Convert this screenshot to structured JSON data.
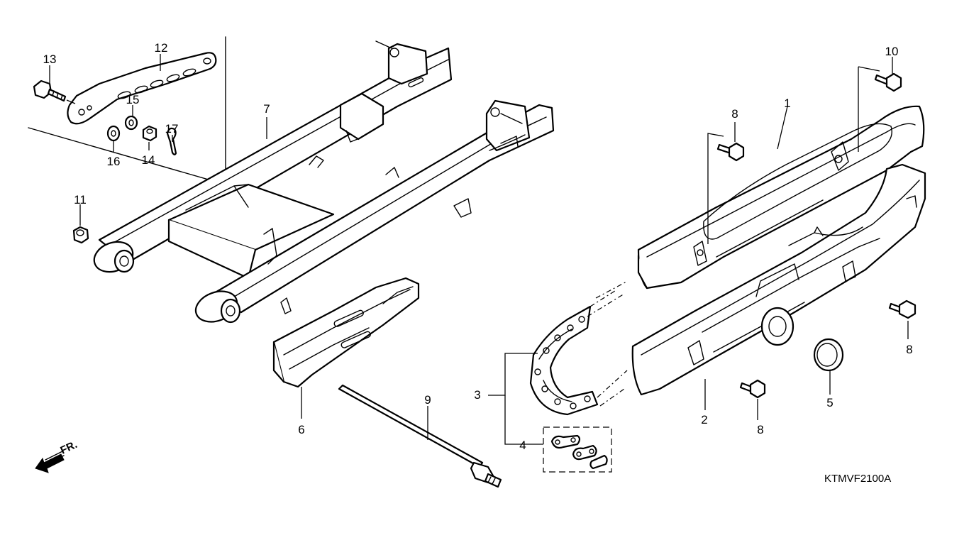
{
  "diagram_code": "KTMVF2100A",
  "direction_label": "FR.",
  "callouts": [
    {
      "id": "c1",
      "label": "1"
    },
    {
      "id": "c2",
      "label": "2"
    },
    {
      "id": "c3",
      "label": "3"
    },
    {
      "id": "c4",
      "label": "4"
    },
    {
      "id": "c5",
      "label": "5"
    },
    {
      "id": "c6",
      "label": "6"
    },
    {
      "id": "c7",
      "label": "7"
    },
    {
      "id": "c8a",
      "label": "8"
    },
    {
      "id": "c8b",
      "label": "8"
    },
    {
      "id": "c8c",
      "label": "8"
    },
    {
      "id": "c9",
      "label": "9"
    },
    {
      "id": "c10",
      "label": "10"
    },
    {
      "id": "c11",
      "label": "11"
    },
    {
      "id": "c12",
      "label": "12"
    },
    {
      "id": "c13",
      "label": "13"
    },
    {
      "id": "c14",
      "label": "14"
    },
    {
      "id": "c15",
      "label": "15"
    },
    {
      "id": "c16",
      "label": "16"
    },
    {
      "id": "c17",
      "label": "17"
    }
  ]
}
